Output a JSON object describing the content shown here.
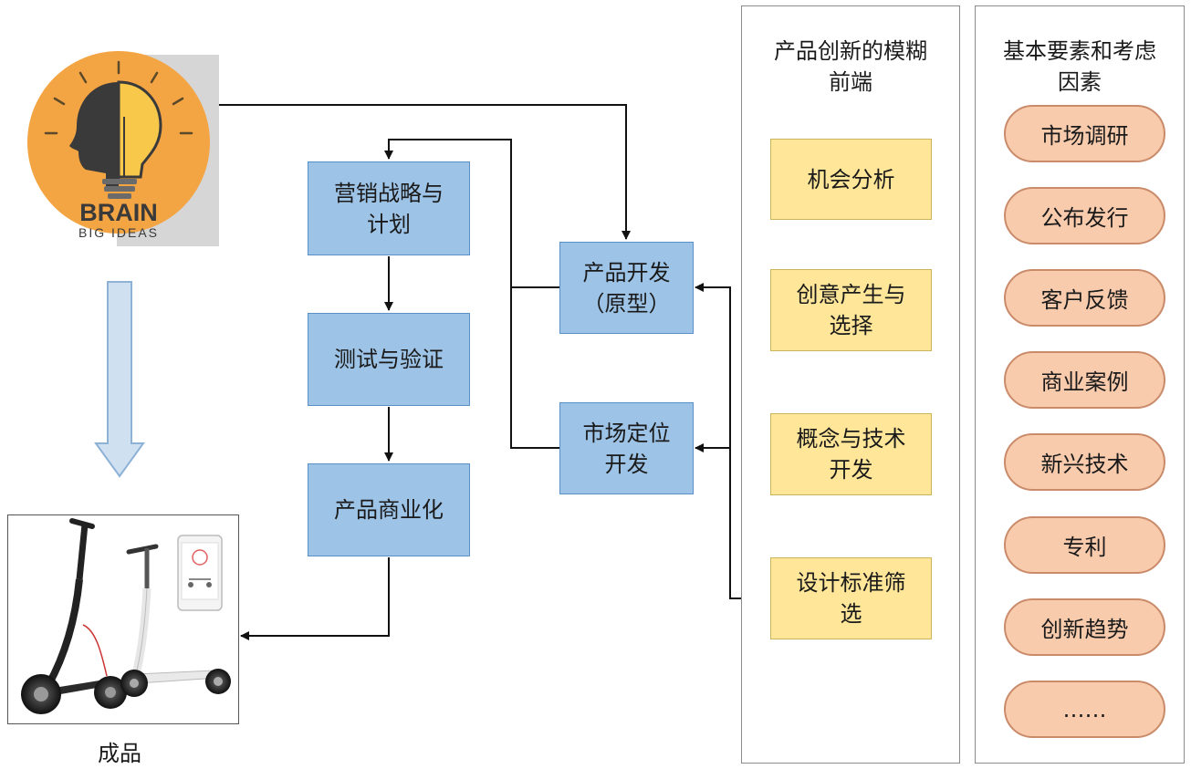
{
  "logo": {
    "word": "BRAIN",
    "tagline": "BIG IDEAS"
  },
  "product_caption": "成品",
  "process_boxes": {
    "marketing": "营销战略与\n计划",
    "testing": "测试与验证",
    "commercialization": "产品商业化",
    "dev_prototype": "产品开发\n（原型）",
    "positioning": "市场定位\n开发"
  },
  "fuzzy_front_end": {
    "title": "产品创新的模糊\n前端",
    "steps": [
      "机会分析",
      "创意产生与\n选择",
      "概念与技术\n开发",
      "设计标准筛\n选"
    ]
  },
  "factors": {
    "title": "基本要素和考虑\n因素",
    "items": [
      "市场调研",
      "公布发行",
      "客户反馈",
      "商业案例",
      "新兴技术",
      "专利",
      "创新趋势",
      "……"
    ]
  },
  "colors": {
    "process_box": "#9dc3e6",
    "front_end_box": "#ffe699",
    "factor_pill": "#f8cbad",
    "down_arrow": "#cfe0f0",
    "logo_circle": "#f3a443"
  }
}
